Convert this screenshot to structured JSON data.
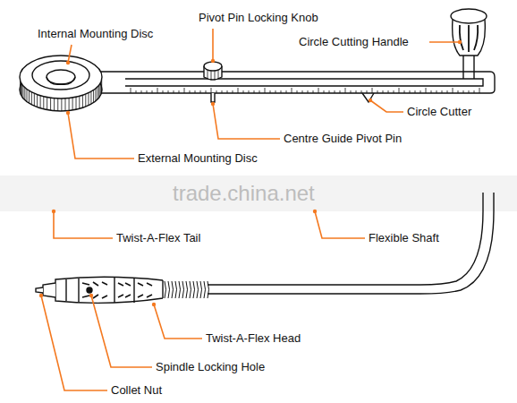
{
  "diagram": {
    "labels": [
      "Internal Mounting Disc",
      "Pivot Pin Locking Knob",
      "Circle Cutting Handle",
      "Circle Cutter",
      "Centre Guide Pivot Pin",
      "External Mounting Disc",
      "trade.china.net",
      "Twist-A-Flex Tail",
      "Flexible Shaft",
      "Twist-A-Flex Head",
      "Spindle Locking Hole",
      "Collet Nut"
    ]
  }
}
